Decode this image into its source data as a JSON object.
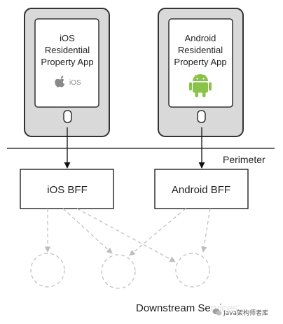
{
  "phones": {
    "ios": {
      "label_lines": [
        "iOS",
        "Residential",
        "Property App"
      ],
      "badge_text": "iOS",
      "icon": "apple-icon"
    },
    "android": {
      "label_lines": [
        "Android",
        "Residential",
        "Property App"
      ],
      "icon": "android-robot-icon",
      "icon_color": "#8bc34a"
    }
  },
  "perimeter": {
    "label": "Perimeter"
  },
  "bffs": {
    "ios": {
      "label": "iOS BFF"
    },
    "android": {
      "label": "Android BFF"
    }
  },
  "downstream": {
    "label": "Downstream Services",
    "service_count": 3
  },
  "watermark": {
    "text": "Java架构师者库",
    "icon": "wechat-icon"
  },
  "colors": {
    "phone_body": "#d9d9d9",
    "phone_border": "#333333",
    "dashed": "#bdbdbd"
  }
}
